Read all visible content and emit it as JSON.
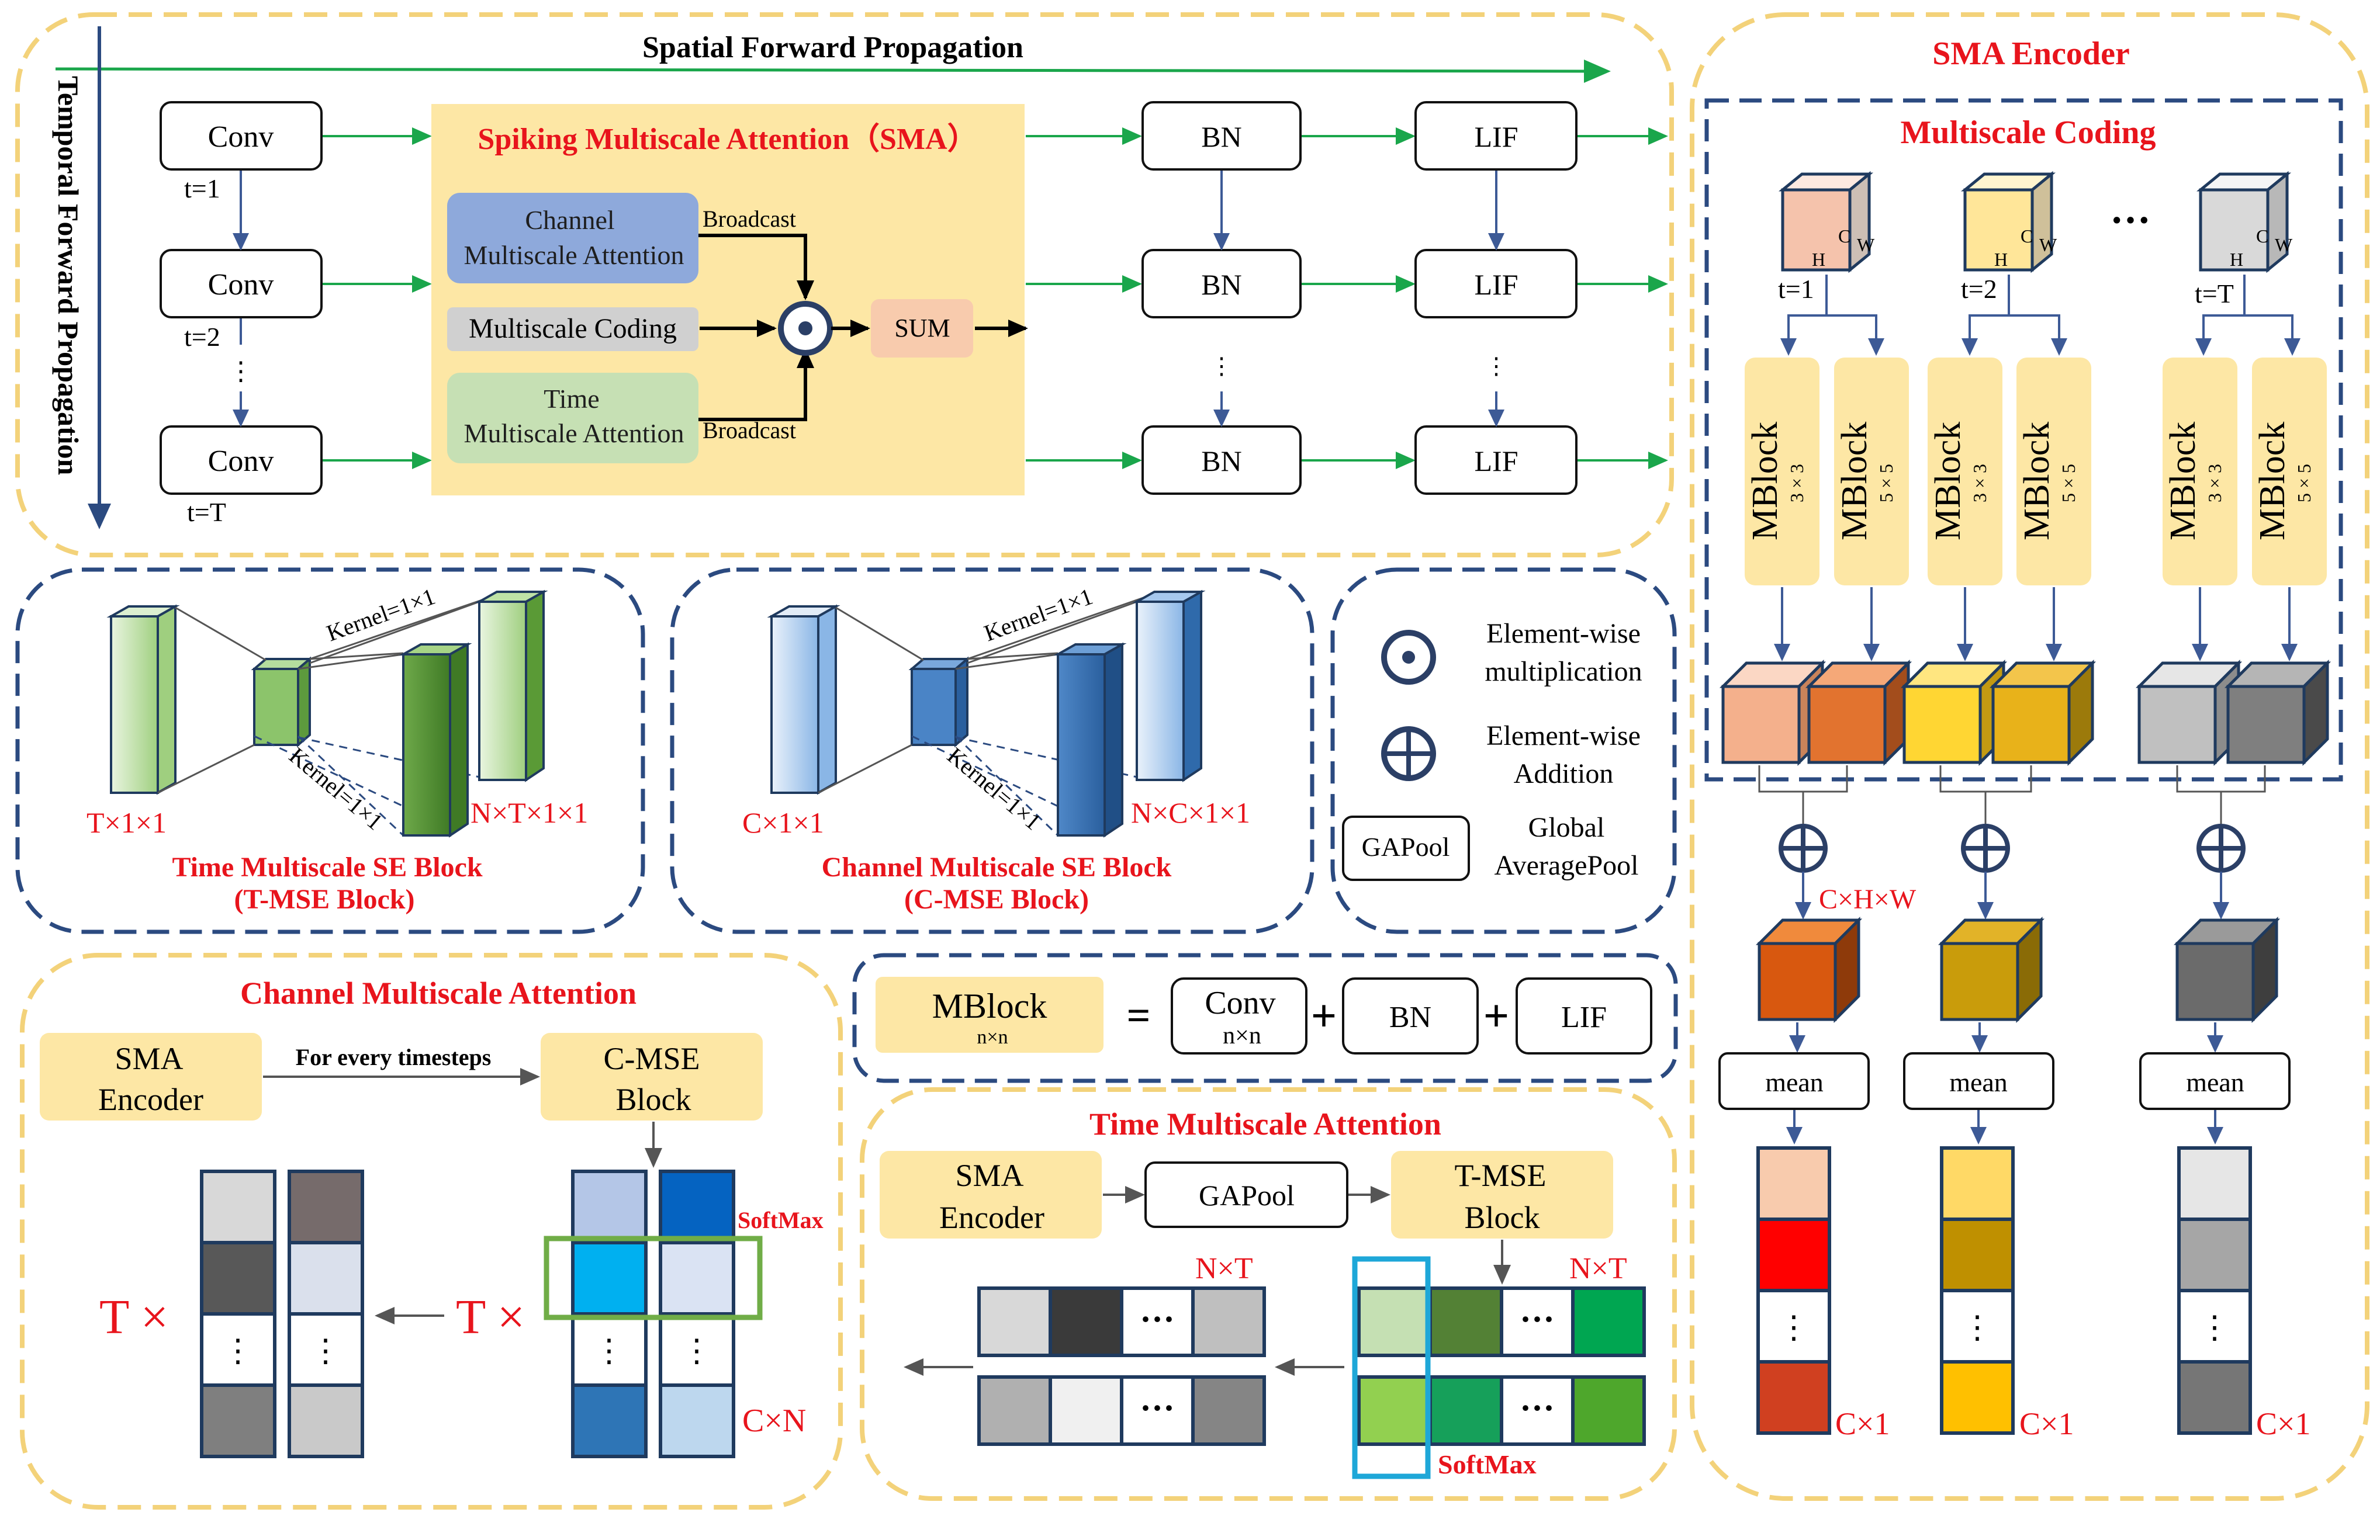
{
  "colors": {
    "red": "#e8141c",
    "navy": "#2b4a80",
    "yellow_dash": "#f3d27a",
    "yellow_fill": "#fde7a5",
    "green_arrow": "#1aa64b",
    "blue_arrow": "#3d5a96",
    "sum_fill": "#f8cbad",
    "channel_fill": "#8ea9db",
    "coding_fill": "#d0d0d0",
    "time_fill": "#c6e0b4"
  },
  "top": {
    "spatial_label": "Spatial Forward Propagation",
    "temporal_label": "Temporal Forward Propagation",
    "conv": "Conv",
    "t1": "t=1",
    "t2": "t=2",
    "tT": "t=T",
    "sma_title": "Spiking Multiscale Attention（SMA）",
    "channel_line1": "Channel",
    "channel_line2": "Multiscale Attention",
    "coding": "Multiscale Coding",
    "time_line1": "Time",
    "time_line2": "Multiscale Attention",
    "broadcast": "Broadcast",
    "sum": "SUM",
    "bn": "BN",
    "lif": "LIF"
  },
  "tmse": {
    "kernel": "Kernel=1×1",
    "in_label": "T×1×1",
    "out_label": "N×T×1×1",
    "title1": "Time Multiscale SE Block",
    "title2": "(T-MSE Block)"
  },
  "cmse": {
    "kernel": "Kernel=1×1",
    "in_label": "C×1×1",
    "out_label": "N×C×1×1",
    "title1": "Channel Multiscale SE Block",
    "title2": "(C-MSE Block)"
  },
  "legend": {
    "mult1": "Element-wise",
    "mult2": "multiplication",
    "add1": "Element-wise",
    "add2": "Addition",
    "gap_box": "GAPool",
    "gap1": "Global",
    "gap2": "AveragePool"
  },
  "cma": {
    "title": "Channel Multiscale Attention",
    "enc1": "SMA",
    "enc2": "Encoder",
    "arrow_label": "For every timesteps",
    "blk1": "C-MSE",
    "blk2": "Block",
    "softmax": "SoftMax",
    "t_times": "T ×",
    "cn": "C×N",
    "dots": "⋮"
  },
  "mblock_eq": {
    "mblock": "MBlock",
    "sub": "n×n",
    "eq": "=",
    "conv": "Conv",
    "plus": "+",
    "bn": "BN",
    "lif": "LIF"
  },
  "tma": {
    "title": "Time Multiscale Attention",
    "enc1": "SMA",
    "enc2": "Encoder",
    "gap": "GAPool",
    "blk1": "T-MSE",
    "blk2": "Block",
    "nt": "N×T",
    "softmax": "SoftMax",
    "dots": "···"
  },
  "encoder": {
    "title": "SMA Encoder",
    "coding_title": "Multiscale Coding",
    "h": "H",
    "c": "C",
    "w": "W",
    "t1": "t=1",
    "t2": "t=2",
    "tT": "t=T",
    "ellipsis": "···",
    "mblock": "MBlock",
    "k3": "3 × 3",
    "k5": "5 × 5",
    "chw": "C×H×W",
    "mean": "mean",
    "c1": "C×1",
    "vdots": "⋮"
  }
}
